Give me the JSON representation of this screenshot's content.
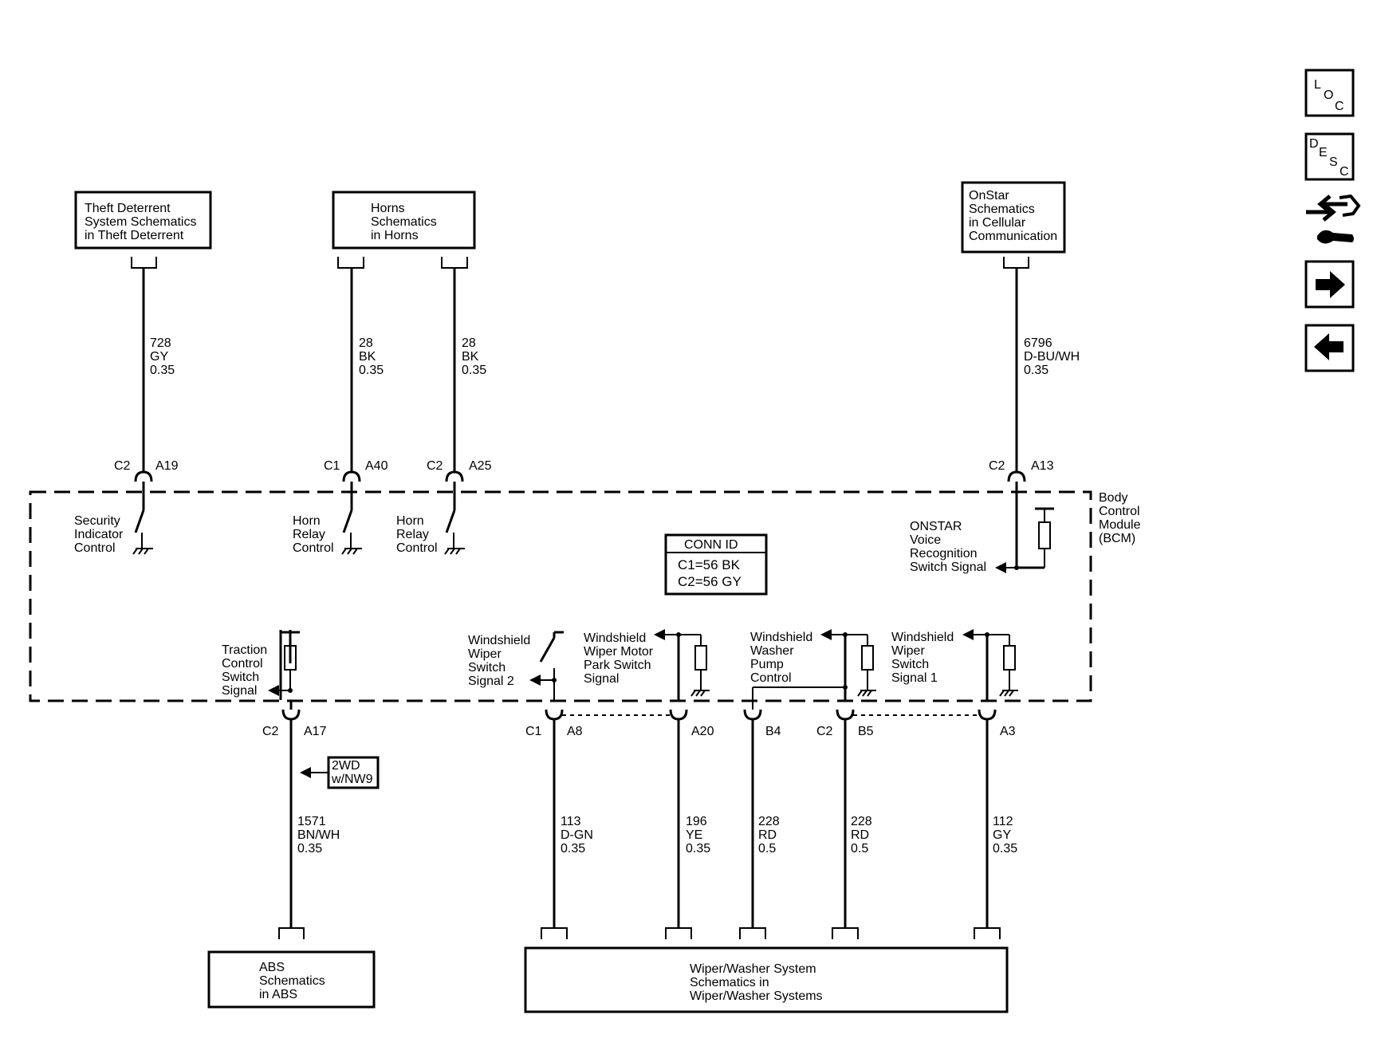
{
  "refs": {
    "theft": [
      "Theft Deterrent",
      "System Schematics",
      "in Theft Deterrent"
    ],
    "horns": [
      "Horns",
      "Schematics",
      "in Horns"
    ],
    "onstar": [
      "OnStar",
      "Schematics",
      "in Cellular",
      "Communication"
    ],
    "abs": [
      "ABS",
      "Schematics",
      "in ABS"
    ],
    "wiper": [
      "Wiper/Washer System",
      "Schematics in",
      "Wiper/Washer Systems"
    ]
  },
  "wires_top": [
    {
      "circuit": "728",
      "color": "GY",
      "gauge": "0.35"
    },
    {
      "circuit": "28",
      "color": "BK",
      "gauge": "0.35"
    },
    {
      "circuit": "28",
      "color": "BK",
      "gauge": "0.35"
    },
    {
      "circuit": "6796",
      "color": "D-BU/WH",
      "gauge": "0.35"
    }
  ],
  "pins_top": [
    {
      "conn": "C2",
      "pin": "A19"
    },
    {
      "conn": "C1",
      "pin": "A40"
    },
    {
      "conn": "C2",
      "pin": "A25"
    },
    {
      "conn": "C2",
      "pin": "A13"
    }
  ],
  "internal": {
    "security": [
      "Security",
      "Indicator",
      "Control"
    ],
    "horn1": [
      "Horn",
      "Relay",
      "Control"
    ],
    "horn2": [
      "Horn",
      "Relay",
      "Control"
    ],
    "onstar": [
      "ONSTAR",
      "Voice",
      "Recognition",
      "Switch Signal"
    ],
    "traction": [
      "Traction",
      "Control",
      "Switch",
      "Signal"
    ],
    "wiper2": [
      "Windshield",
      "Wiper",
      "Switch",
      "Signal 2"
    ],
    "park": [
      "Windshield",
      "Wiper Motor",
      "Park Switch",
      "Signal"
    ],
    "pump": [
      "Windshield",
      "Washer",
      "Pump",
      "Control"
    ],
    "wiper1": [
      "Windshield",
      "Wiper",
      "Switch",
      "Signal 1"
    ]
  },
  "module": [
    "Body",
    "Control",
    "Module",
    "(BCM)"
  ],
  "conn_id": {
    "title": "CONN ID",
    "c1": "C1=56 BK",
    "c2": "C2=56 GY"
  },
  "pins_bottom": [
    {
      "conn": "C2",
      "pin": "A17"
    },
    {
      "conn": "C1",
      "pin": "A8"
    },
    {
      "conn": "",
      "pin": "A20"
    },
    {
      "conn": "",
      "pin": "B4"
    },
    {
      "conn": "C2",
      "pin": "B5"
    },
    {
      "conn": "",
      "pin": "A3"
    }
  ],
  "option": [
    "2WD",
    "w/NW9"
  ],
  "wires_bottom": [
    {
      "circuit": "1571",
      "color": "BN/WH",
      "gauge": "0.35"
    },
    {
      "circuit": "113",
      "color": "D-GN",
      "gauge": "0.35"
    },
    {
      "circuit": "196",
      "color": "YE",
      "gauge": "0.35"
    },
    {
      "circuit": "228",
      "color": "RD",
      "gauge": "0.5"
    },
    {
      "circuit": "228",
      "color": "RD",
      "gauge": "0.5"
    },
    {
      "circuit": "112",
      "color": "GY",
      "gauge": "0.35"
    }
  ],
  "nav": {
    "loc": [
      "L",
      "O",
      "C"
    ],
    "desc": [
      "D",
      "E",
      "S",
      "C"
    ],
    "connector_icon": "connector-icon",
    "next_icon": "arrow-right-icon",
    "prev_icon": "arrow-left-icon"
  }
}
